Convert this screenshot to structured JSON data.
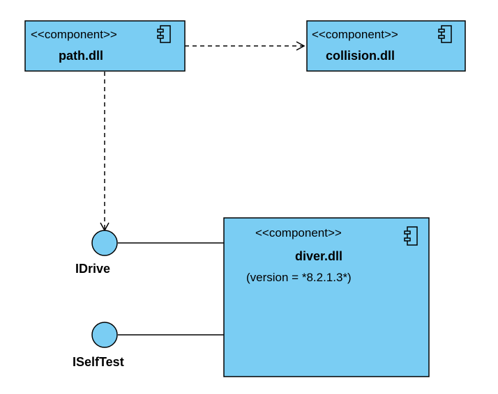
{
  "colors": {
    "component_fill": "#7ACDF3",
    "interface_fill": "#7ACDF3",
    "stroke": "#000000",
    "background": "#FFFFFF"
  },
  "components": [
    {
      "id": "path",
      "stereotype": "<<component>>",
      "name": "path.dll",
      "icon": "component-icon"
    },
    {
      "id": "collision",
      "stereotype": "<<component>>",
      "name": "collision.dll",
      "icon": "component-icon"
    },
    {
      "id": "diver",
      "stereotype": "<<component>>",
      "name": "diver.dll",
      "property": "(version = *8.2.1.3*)",
      "icon": "component-icon"
    }
  ],
  "interfaces": [
    {
      "id": "idrive",
      "name": "IDrive"
    },
    {
      "id": "iselftest",
      "name": "ISelfTest"
    }
  ],
  "relationships": [
    {
      "type": "dependency",
      "from": "path.dll",
      "to": "collision.dll"
    },
    {
      "type": "dependency",
      "from": "path.dll",
      "to": "IDrive"
    },
    {
      "type": "realization",
      "from": "diver.dll",
      "to": "IDrive"
    },
    {
      "type": "realization",
      "from": "diver.dll",
      "to": "ISelfTest"
    }
  ]
}
